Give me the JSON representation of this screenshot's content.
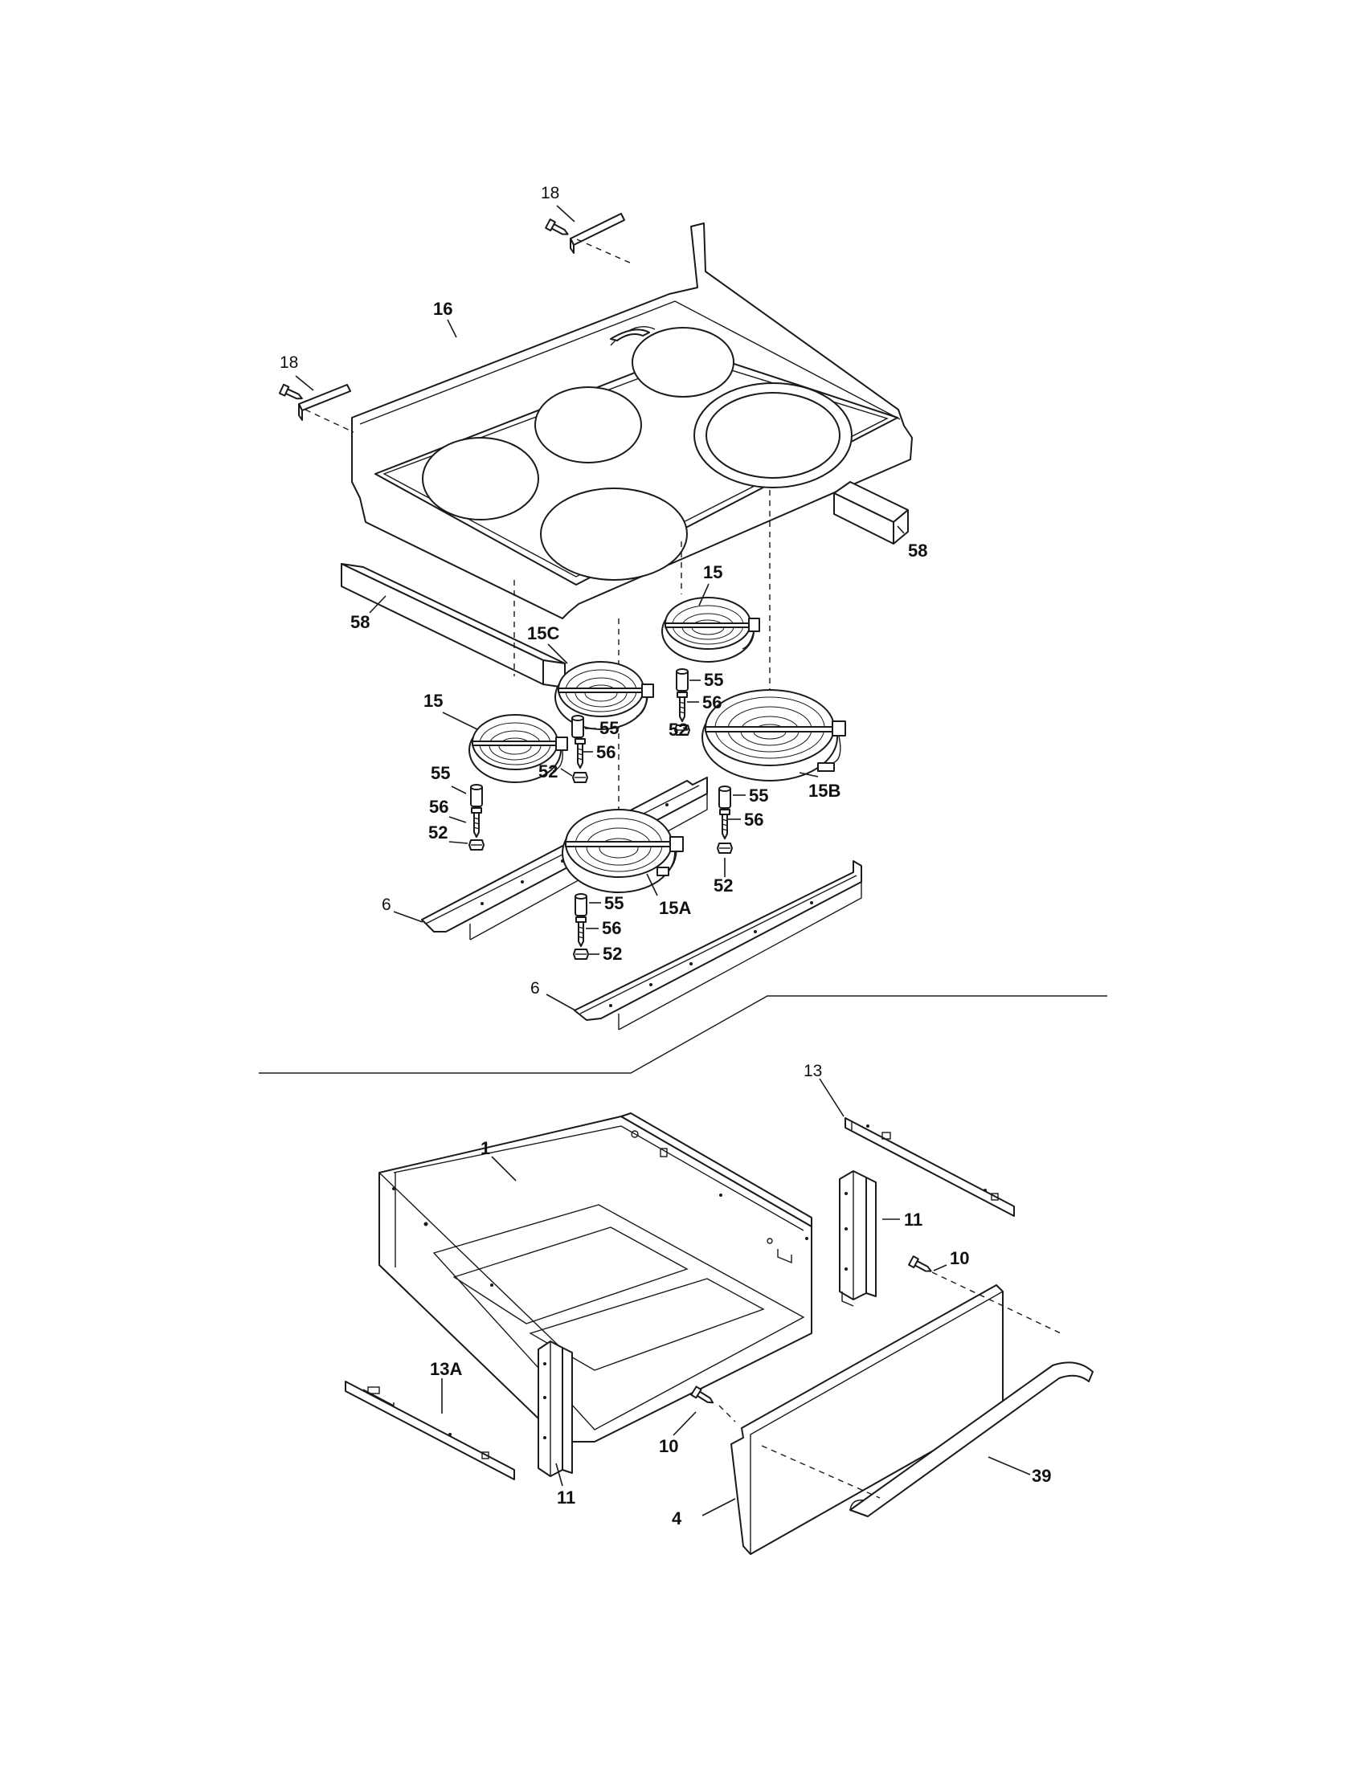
{
  "callouts": {
    "c18a": "18",
    "c18b": "18",
    "c16": "16",
    "c58a": "58",
    "c58b": "58",
    "c15a": "15",
    "c15b": "15",
    "c15c": "15C",
    "c15d": "15B",
    "c15e": "15A",
    "c55a": "55",
    "c55b": "55",
    "c55c": "55",
    "c55d": "55",
    "c55e": "55",
    "c56a": "56",
    "c56b": "56",
    "c56c": "56",
    "c56d": "56",
    "c56e": "56",
    "c52a": "52",
    "c52b": "52",
    "c52c": "52",
    "c52d": "52",
    "c52e": "52",
    "c6a": "6",
    "c6b": "6",
    "c13": "13",
    "c13a": "13A",
    "c1": "1",
    "c11a": "11",
    "c11b": "11",
    "c10a": "10",
    "c10b": "10",
    "c4": "4",
    "c39": "39"
  }
}
